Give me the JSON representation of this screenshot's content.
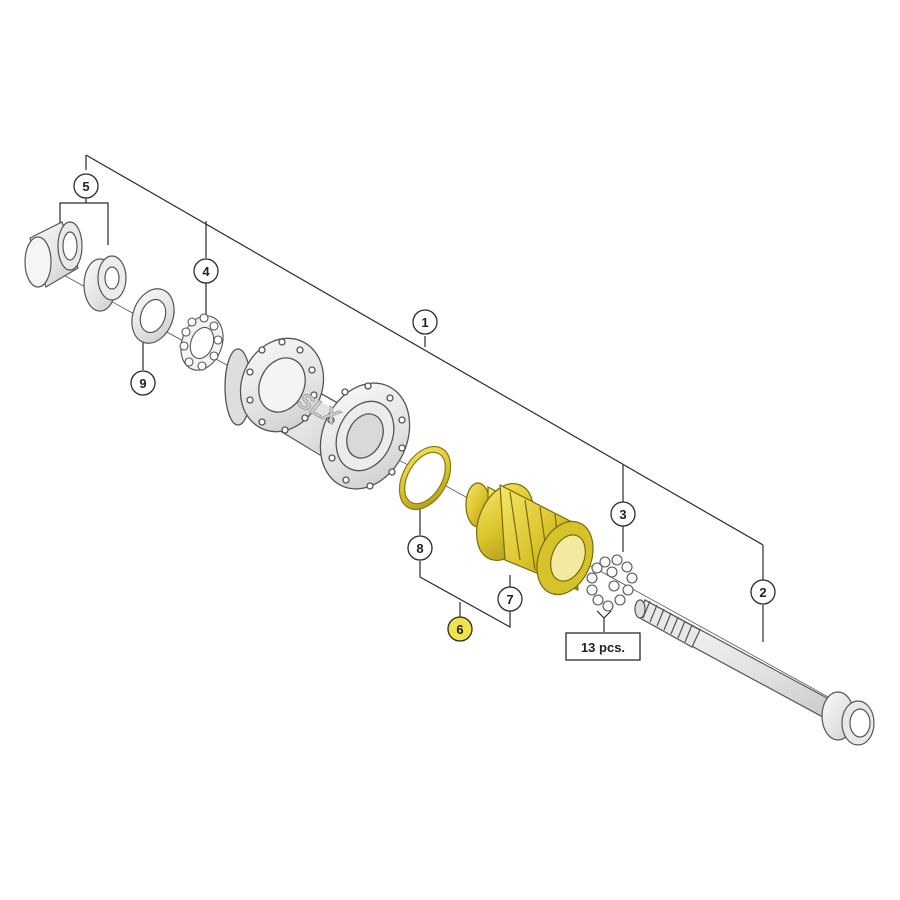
{
  "brand_logo": "SLX",
  "callouts": {
    "c1": "1",
    "c2": "2",
    "c3": "3",
    "c4": "4",
    "c5": "5",
    "c6": "6",
    "c7": "7",
    "c8": "8",
    "c9": "9"
  },
  "quantity_note": "13 pcs.",
  "colors": {
    "line": "#2a2a2a",
    "part_fill": "#efefef",
    "part_stroke": "#555555",
    "highlight": "#e3d034",
    "highlight_dark": "#b9a520",
    "highlight_callout": "#f2e24a"
  }
}
